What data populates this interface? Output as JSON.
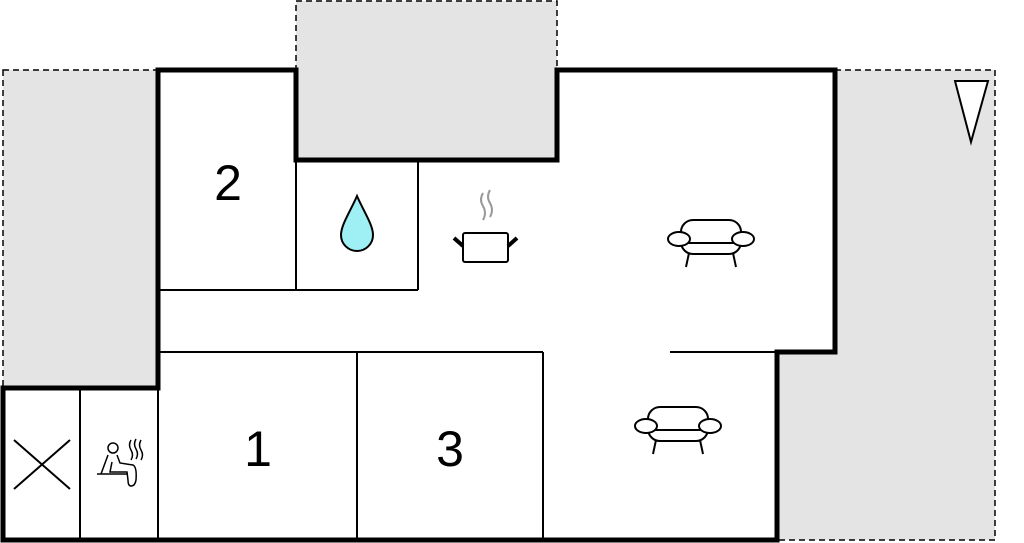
{
  "rooms": [
    {
      "label": "2",
      "type": "bedroom"
    },
    {
      "label": "1",
      "type": "bedroom"
    },
    {
      "label": "3",
      "type": "bedroom"
    }
  ],
  "icons": [
    "water-drop-icon",
    "cooking-pot-icon",
    "sofa-icon",
    "sofa-icon",
    "sauna-icon",
    "cross-icon",
    "north-arrow-icon"
  ],
  "colors": {
    "terrace": "#e4e4e4",
    "wall": "#000000",
    "water": "#9ff0f5"
  }
}
